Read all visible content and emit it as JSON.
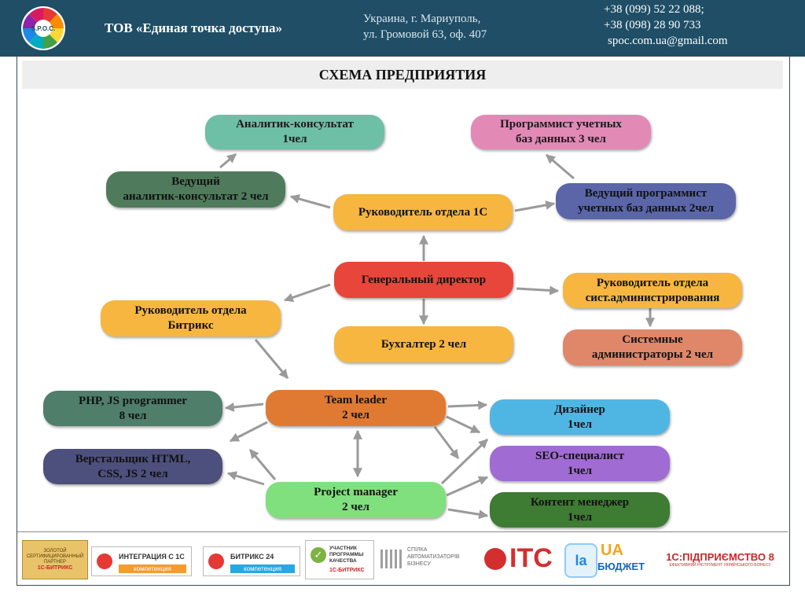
{
  "header": {
    "logo_text": "S.P.O.C.",
    "company": "ТОВ «Единая точка доступа»",
    "address_line1": "Украина, г. Мариуполь,",
    "address_line2": "ул. Громовой 63, оф. 407",
    "phone1": "+38 (099) 52 22 088;",
    "phone2": "+38 (098) 28 90 733",
    "email": "spoc.com.ua@gmail.com"
  },
  "slide": {
    "title": "СХЕМА ПРЕДПРИЯТИЯ"
  },
  "nodes": {
    "analyst": "Аналитик-консультат\n1чел",
    "lead_analyst": "Ведущий\nаналитик-консультат 2 чел",
    "head_1c": "Руководитель отдела 1С",
    "programmer_db": "Программист учетных\nбаз данных 3 чел",
    "lead_programmer_db": "Ведущий программист\nучетных баз данных 2чел",
    "ceo": "Генеральный директор",
    "head_sysadmin": "Руководитель отдела\nсист.администрирования",
    "sysadmins": "Системные\nадминистраторы 2 чел",
    "head_bitrix": "Руководитель отдела\nБитрикс",
    "accountant": "Бухгалтер 2 чел",
    "team_leader": "Team leader\n2 чел",
    "php_js": "PHP, JS programmer\n8 чел",
    "html_css": "Верстальщик HTML,\nCSS, JS 2 чел",
    "project_manager": "Project manager\n2 чел",
    "designer": "Дизайнер\n1чел",
    "seo": "SEO-специалист\n1чел",
    "content_manager": "Контент менеджер\n1чел"
  },
  "colors": {
    "header_bg": "#1f4e66",
    "analyst": "#6dbfa6",
    "lead_analyst": "#4f7b5c",
    "head_1c": "#f6b640",
    "programmer_db": "#e389b6",
    "lead_programmer_db": "#5a66a8",
    "ceo": "#e8463a",
    "head_sysadmin": "#f6b640",
    "sysadmins": "#e0876a",
    "head_bitrix": "#f6b640",
    "accountant": "#f6b640",
    "team_leader": "#e07a33",
    "php_js": "#4f7e6a",
    "html_css": "#4d4f7c",
    "project_manager": "#7fe07d",
    "designer": "#4fb6e4",
    "seo": "#a06bd3",
    "content_manager": "#3e7b33"
  },
  "partners": {
    "p1_line1": "ЗОЛОТОЙ",
    "p1_line2": "СЕРТИФИЦИРОВАННЫЙ",
    "p1_line3": "ПАРТНЕР",
    "p1_brand": "1С-БИТРИКС",
    "p2_title": "ИНТЕГРАЦИЯ С 1С",
    "p2_sub": "компетенция",
    "p3_title": "БИТРИКС 24",
    "p3_sub": "компетенция",
    "p4_line1": "УЧАСТНИК",
    "p4_line2": "ПРОГРАММЫ",
    "p4_line3": "КАЧЕСТВА",
    "p4_brand": "1С-БИТРИКС",
    "p5_line1": "СПІЛКА",
    "p5_line2": "АВТОМАТИЗАТОРІВ",
    "p5_line3": "БІЗНЕСУ",
    "p6": "ITC",
    "p7_top": "UA",
    "p7_bottom": "БЮДЖЕТ",
    "p8": "1С:ПІДПРИЄМСТВО 8",
    "p8_sub": "ЕФЕКТИВНИЙ ІНСТРУМЕНТ УКРАЇНСЬКОГО БІЗНЕСУ"
  }
}
